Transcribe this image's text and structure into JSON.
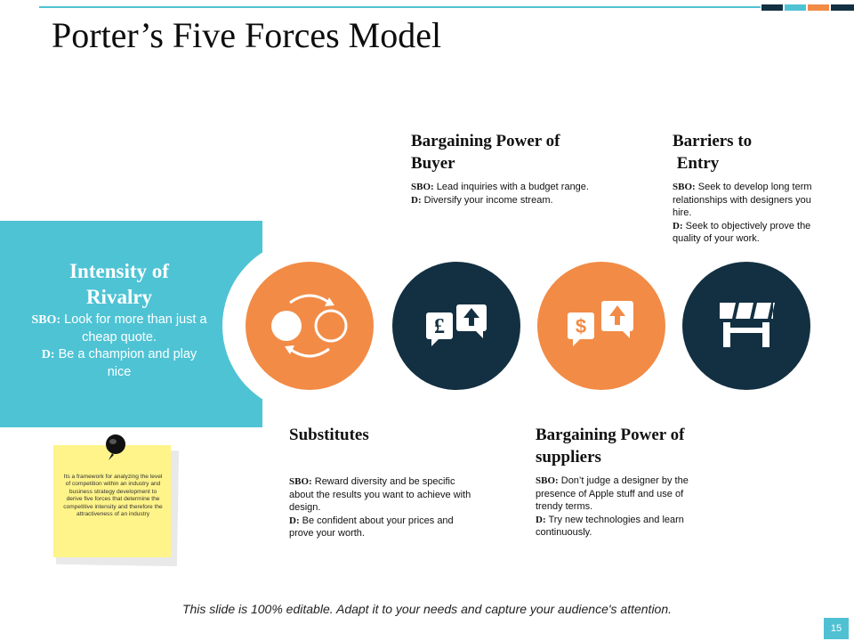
{
  "slide": {
    "title": "Porter’s Five Forces Model",
    "footer": "This slide is 100% editable. Adapt it to your needs and capture your audience's attention.",
    "page_number": "15"
  },
  "colors": {
    "teal": "#4ec3d4",
    "navy": "#133042",
    "orange": "#f28b46",
    "note_yellow": "#fff48a"
  },
  "rivalry": {
    "heading_line1": "Intensity of",
    "heading_line2": "Rivalry",
    "sbo_label": "SBO:",
    "sbo_text": " Look for more than just a cheap quote.",
    "d_label": "D:",
    "d_text": " Be a champion and play nice"
  },
  "icons": [
    {
      "name": "substitute-cycle-icon",
      "color": "orange"
    },
    {
      "name": "pound-dollar-upload-icon",
      "color": "navy"
    },
    {
      "name": "dollar-upload-icon",
      "color": "orange"
    },
    {
      "name": "barrier-icon",
      "color": "navy"
    }
  ],
  "forces": {
    "buyer": {
      "title_line1": "Bargaining Power of",
      "title_line2": "Buyer",
      "sbo_label": "SBO:",
      "sbo_text": " Lead inquiries with a budget range.",
      "d_label": "D:",
      "d_text": " Diversify your income stream."
    },
    "barriers": {
      "title_line1": "Barriers to",
      "title_line2": " Entry",
      "sbo_label": "SBO:",
      "sbo_text": " Seek to develop long term relationships with designers you hire.",
      "d_label": "D:",
      "d_text": " Seek to objectively prove the quality of your work."
    },
    "substitutes": {
      "title_line1": "Substitutes",
      "sbo_label": "SBO:",
      "sbo_text": " Reward diversity and be specific about the results you want to achieve with design.",
      "d_label": "D:",
      "d_text": " Be confident about your prices and prove your worth."
    },
    "suppliers": {
      "title_line1": "Bargaining Power of",
      "title_line2": "suppliers",
      "sbo_label": "SBO:",
      "sbo_text": " Don’t judge a designer by the presence of Apple stuff and use of trendy terms.",
      "d_label": "D:",
      "d_text": " Try new technologies and learn continuously."
    }
  },
  "note": {
    "text": "Its a framework for analyzing the level of competition within an industry and business strategy development to derive five forces that determine the competitive intensity and therefore the attractiveness of an industry"
  }
}
